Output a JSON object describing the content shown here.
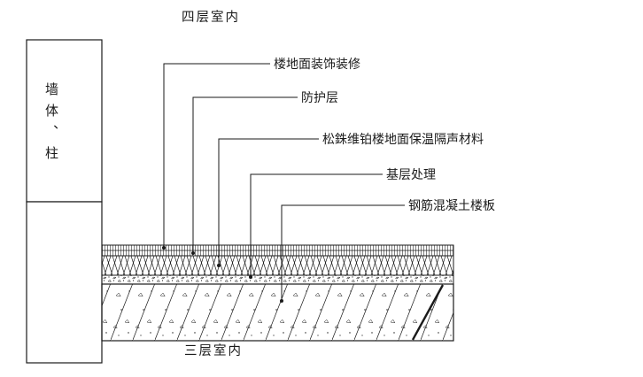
{
  "diagram": {
    "top_room_label": "四层室内",
    "bottom_room_label": "三层室内",
    "wall_label": "墙体、柱",
    "layer_labels": [
      {
        "label": "楼地面装饰装修"
      },
      {
        "label": "防护层"
      },
      {
        "label": "松銖维铂楼地面保温隔声材料"
      },
      {
        "label": "基层处理"
      },
      {
        "label": "钢筋混凝土楼板"
      }
    ],
    "colors": {
      "line": "#1a1a1a",
      "background": "#ffffff"
    }
  }
}
